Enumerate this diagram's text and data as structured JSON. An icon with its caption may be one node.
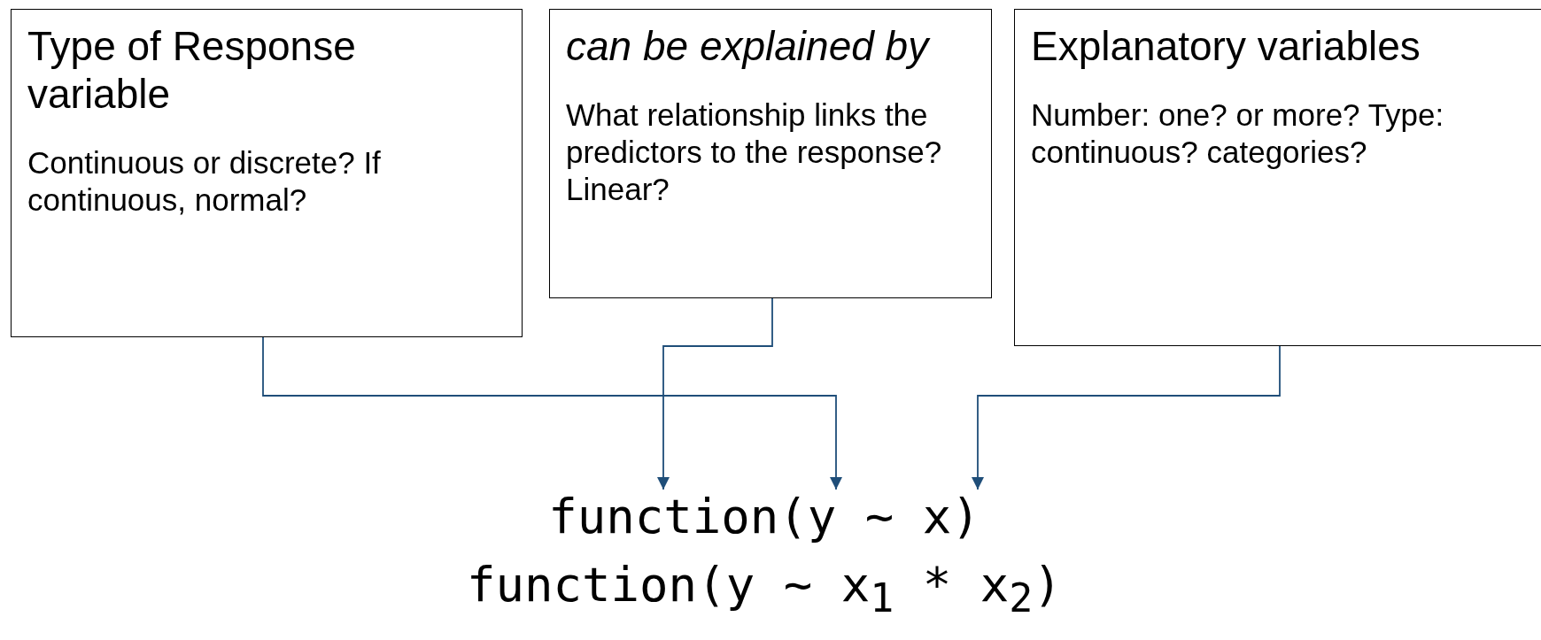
{
  "diagram": {
    "nodes": [
      {
        "text": [
          "Type of Response variable",
          "Continuous or discrete? If continuous, normal?"
        ]
      },
      {
        "text": [
          "can be explained by",
          "What relationship links the predictors to the response? Linear?"
        ]
      },
      {
        "text": [
          "Explanatory variables",
          "Number: one? or more? Type: continuous? categories?"
        ]
      },
      {
        "text": [
          "function(y ~ x)"
        ]
      },
      {
        "text": [
          "function(y ~ x$_{1}$ * x$_{2}$)"
        ]
      }
    ],
    "edges": [
      {
        "from": 0,
        "to": 3,
        "arrow": "to"
      },
      {
        "from": 1,
        "to": 3,
        "arrow": "to"
      },
      {
        "from": 2,
        "to": 3,
        "arrow": "to"
      }
    ]
  }
}
